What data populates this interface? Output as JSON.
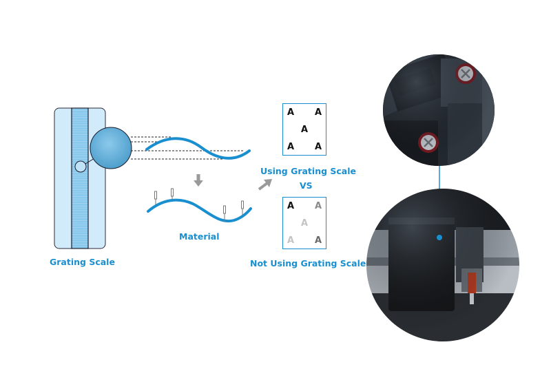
{
  "labels": {
    "grating_scale": "Grating Scale",
    "material": "Material",
    "using_grating_scale": "Using Grating Scale",
    "vs": "VS",
    "not_using_grating_scale": "Not Using Grating Scale"
  },
  "box_using": {
    "glyphs": [
      "A",
      "A",
      "A",
      "A",
      "A"
    ],
    "colors": [
      "#111111",
      "#111111",
      "#111111",
      "#111111",
      "#111111"
    ]
  },
  "box_not_using": {
    "glyphs": [
      "A",
      "A",
      "A",
      "A",
      "A"
    ],
    "colors": [
      "#111111",
      "#8a8a8a",
      "#c4c4c4",
      "#c4c4c4",
      "#6a6a6a"
    ]
  },
  "colors": {
    "accent": "#1a8fd0",
    "scale_fill": "#cfe8f8",
    "arrow": "#9a9a9a"
  },
  "icons": {
    "down_arrow": "down-arrow-icon",
    "diagonal_arrow": "up-right-arrow-icon"
  }
}
